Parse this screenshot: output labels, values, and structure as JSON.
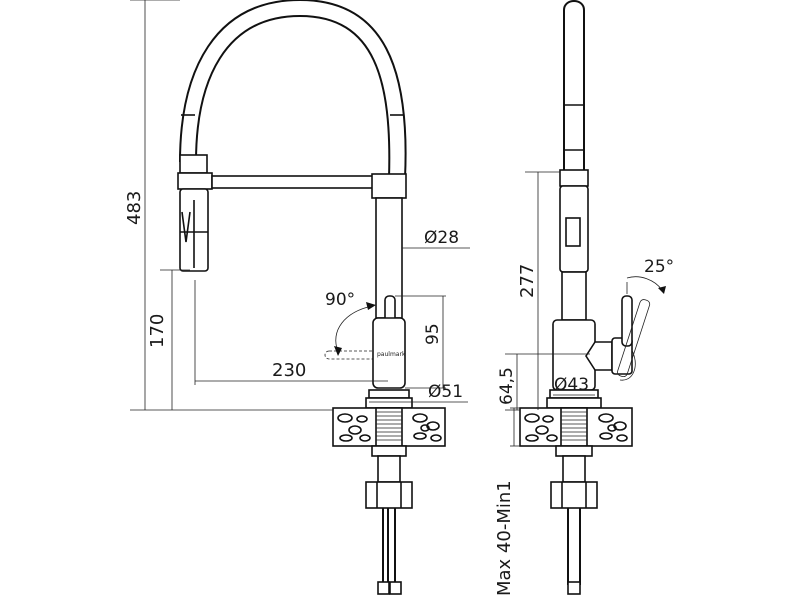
{
  "dimensions": {
    "height_total": "483",
    "height_spout": "170",
    "reach": "230",
    "body_diameter": "Ø28",
    "base_diameter": "Ø51",
    "lever_height": "95",
    "swivel_angle": "90°",
    "side_height": "277",
    "lever_angle": "25°",
    "side_base_height": "64,5",
    "side_diameter": "Ø43",
    "mount_thickness": "Max 40-Min1"
  },
  "brand_label": "paulmark"
}
